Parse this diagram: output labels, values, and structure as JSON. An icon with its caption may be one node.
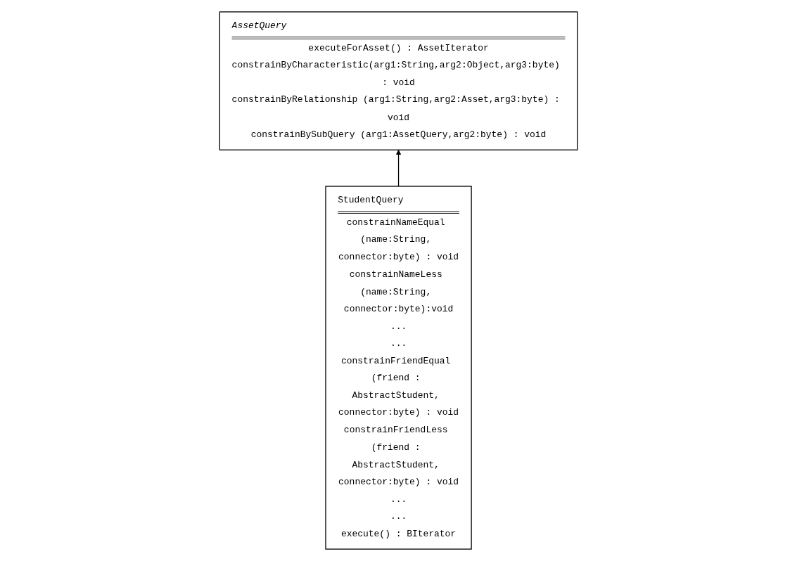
{
  "diagram": {
    "nodes": [
      {
        "text": [
          "AssetQuery",
          "executeForAsset() : AssetIterator",
          "constrainByCharacteristic(arg1:String,arg2:Object,arg3:byte) : void",
          "constrainByRelationship (arg1:String,arg2:Asset,arg3:byte) : void",
          "constrainBySubQuery (arg1:AssetQuery,arg2:byte) : void"
        ]
      },
      {
        "text": [
          "StudentQuery",
          "constrainNameEqual (name:String, connector:byte) : void",
          "constrainNameLess (name:String, connector:byte):void",
          "...",
          "...",
          "constrainFriendEqual (friend : AbstractStudent, connector:byte) : void",
          "constrainFriendLess (friend : AbstractStudent, connector:byte) : void",
          "...",
          "...",
          "execute() : BIterator"
        ]
      }
    ],
    "edges": [
      {
        "from": 1,
        "to": 0,
        "arrow": "to"
      }
    ]
  }
}
